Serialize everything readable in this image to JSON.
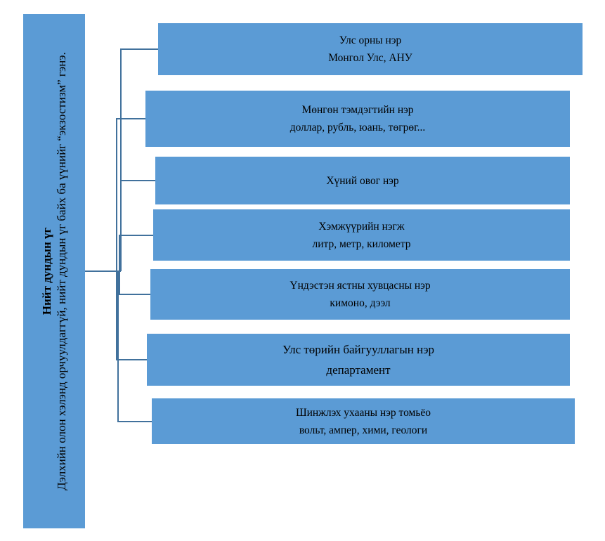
{
  "left_panel": {
    "title": "Нийт дундын үг",
    "body": "Дэлхийн олон хэлэнд орчуулдаггүй, нийт дундын үг байх ба үүнийг “экзостизм” гэнэ."
  },
  "categories": [
    {
      "title": "Улс орны нэр",
      "examples": "Монгол Улс, АНУ"
    },
    {
      "title": "Мөнгөн тэмдэгтийн нэр",
      "examples": "доллар, рубль, юань, төгрөг..."
    },
    {
      "title": "Хүний овог нэр",
      "examples": ""
    },
    {
      "title": "Хэмжүүрийн нэгж",
      "examples": "литр, метр, километр"
    },
    {
      "title": "Үндэстэн ястны хувцасны нэр",
      "examples": "кимоно, дээл"
    },
    {
      "title": "Улс төрийн байгууллагын нэр",
      "examples": "департамент"
    },
    {
      "title": "Шинжлэх ухааны нэр томьёо",
      "examples": "вольт, ампер, хими, геологи"
    }
  ],
  "colors": {
    "box_fill": "#5b9bd5",
    "connector": "#41719c"
  }
}
